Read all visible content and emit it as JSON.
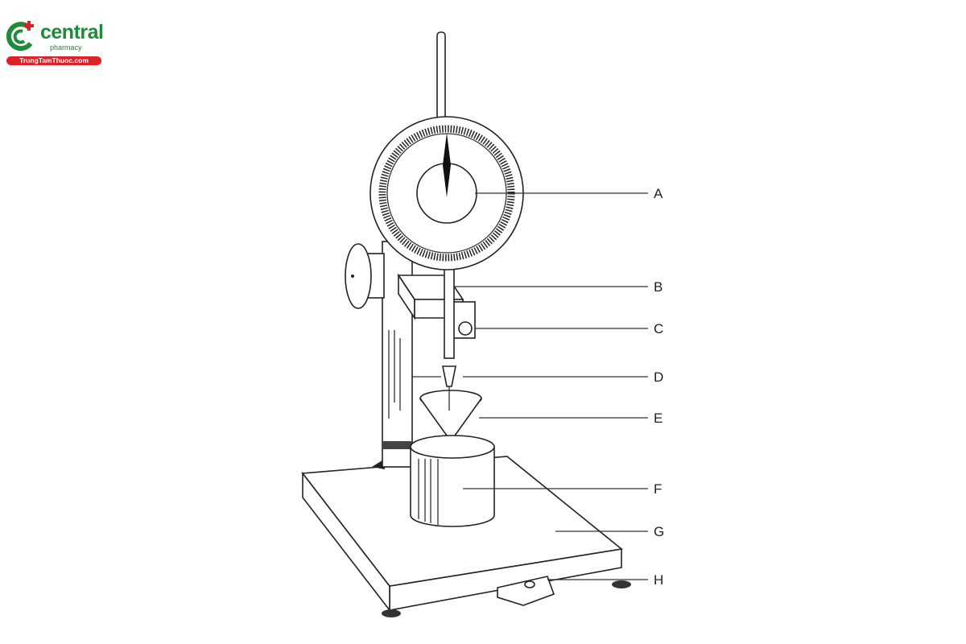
{
  "logo": {
    "brand": "central",
    "sub": "pharmacy",
    "site": "TrungTamThuoc.com",
    "green": "#1f8a3a",
    "red": "#e02027"
  },
  "labels": [
    "A",
    "B",
    "C",
    "D",
    "E",
    "F",
    "G",
    "H"
  ]
}
